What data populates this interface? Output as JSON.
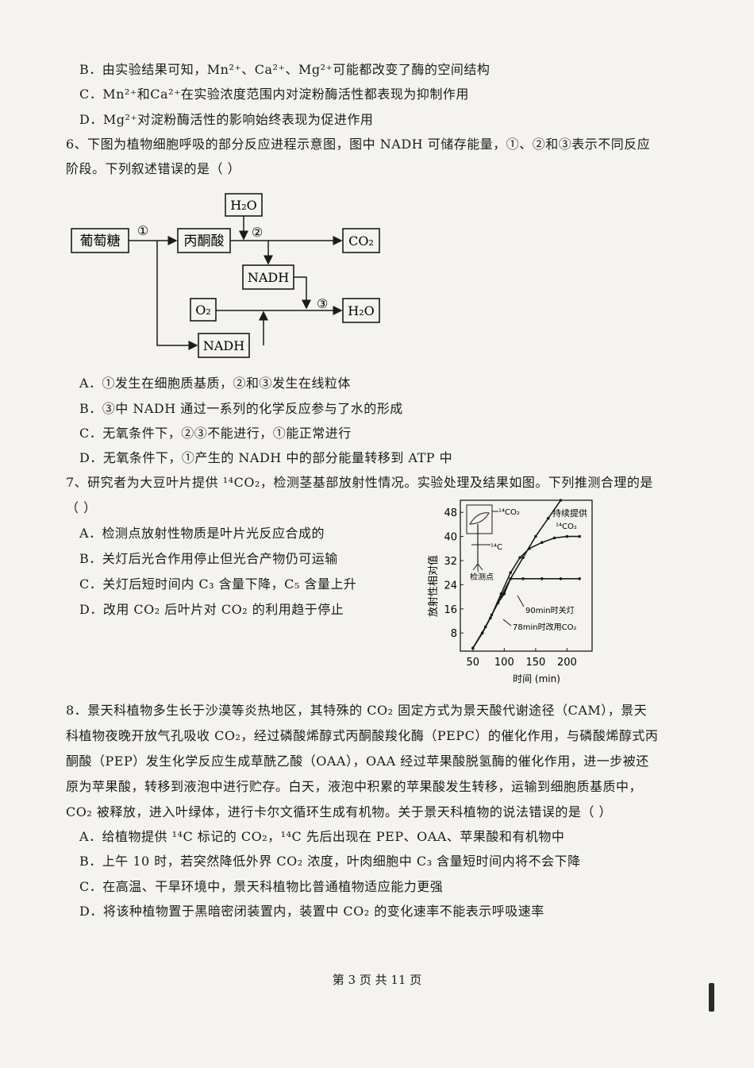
{
  "q5_opts": {
    "B": "B．由实验结果可知，Mn²⁺、Ca²⁺、Mg²⁺可能都改变了酶的空间结构",
    "C": "C．Mn²⁺和Ca²⁺在实验浓度范围内对淀粉酶活性都表现为抑制作用",
    "D": "D．Mg²⁺对淀粉酶活性的影响始终表现为促进作用"
  },
  "q6": {
    "stem1": "6、下图为植物细胞呼吸的部分反应进程示意图，图中 NADH 可储存能量，①、②和③表示不同反应",
    "stem2": "阶段。下列叙述错误的是（    ）",
    "diagram": {
      "glucose": "葡萄糖",
      "pyruvate": "丙酮酸",
      "water_in": "H₂O",
      "co2": "CO₂",
      "nadh1": "NADH",
      "o2": "O₂",
      "water_out": "H₂O",
      "nadh2": "NADH",
      "step1": "①",
      "step2": "②",
      "step3": "③"
    },
    "A": "A．①发生在细胞质基质，②和③发生在线粒体",
    "B": "B．③中 NADH 通过一系列的化学反应参与了水的形成",
    "C": "C．无氧条件下，②③不能进行，①能正常进行",
    "D": "D．无氧条件下，①产生的 NADH 中的部分能量转移到 ATP 中"
  },
  "q7": {
    "stem1": "7、研究者为大豆叶片提供 ¹⁴CO₂，检测茎基部放射性情况。实验处理及结果如图。下列推测合理的是",
    "stem2": "（    ）",
    "A": "A．检测点放射性物质是叶片光反应合成的",
    "B": "B．关灯后光合作用停止但光合产物仍可运输",
    "C": "C．关灯后短时间内 C₃ 含量下降，C₅ 含量上升",
    "D": "D．改用 CO₂ 后叶片对 CO₂ 的利用趋于停止"
  },
  "chart_data": {
    "type": "line",
    "xlabel": "时间 (min)",
    "ylabel": "放射性相对值",
    "xticks": [
      "50",
      "100",
      "150",
      "200"
    ],
    "yticks": [
      "8",
      "16",
      "24",
      "32",
      "40",
      "48"
    ],
    "xlim": [
      30,
      240
    ],
    "ylim": [
      2,
      52
    ],
    "series": [
      {
        "name": "持续提供¹⁴CO₂",
        "x": [
          50,
          70,
          90,
          110,
          130,
          150,
          170,
          190
        ],
        "y": [
          3,
          10,
          18,
          26,
          33,
          40,
          46,
          52
        ]
      },
      {
        "name": "78min时改用CO₂",
        "x": [
          50,
          65,
          78,
          95,
          110,
          125,
          140,
          160,
          180,
          200,
          220
        ],
        "y": [
          3,
          8,
          13,
          21,
          28,
          33,
          36,
          38,
          39.5,
          40,
          40
        ]
      },
      {
        "name": "90min时关灯",
        "x": [
          50,
          65,
          80,
          90,
          100,
          110,
          130,
          160,
          190,
          220
        ],
        "y": [
          3,
          8,
          14,
          18,
          21,
          26,
          26,
          26,
          26,
          26
        ]
      }
    ],
    "annotations": {
      "co2_label": "¹⁴CO₂",
      "c14_label": "¹⁴C",
      "check_point": "检测点",
      "continuous_l1": "持续提供",
      "continuous_l2": "¹⁴CO₂",
      "lights_off": "90min时关灯",
      "switch_co2": "78min时改用CO₂"
    }
  },
  "q8": {
    "l1": "8．景天科植物多生长于沙漠等炎热地区，其特殊的 CO₂ 固定方式为景天酸代谢途径（CAM），景天",
    "l2": "科植物夜晚开放气孔吸收 CO₂，经过磷酸烯醇式丙酮酸羧化酶（PEPC）的催化作用，与磷酸烯醇式丙",
    "l3": "酮酸（PEP）发生化学反应生成草酰乙酸（OAA），OAA 经过苹果酸脱氢酶的催化作用，进一步被还",
    "l4": "原为苹果酸，转移到液泡中进行贮存。白天，液泡中积累的苹果酸发生转移，运输到细胞质基质中，",
    "l5": "CO₂ 被释放，进入叶绿体，进行卡尔文循环生成有机物。关于景天科植物的说法错误的是（    ）",
    "A": "A．给植物提供 ¹⁴C 标记的 CO₂，¹⁴C 先后出现在 PEP、OAA、苹果酸和有机物中",
    "B": "B．上午 10 时，若突然降低外界 CO₂ 浓度，叶肉细胞中 C₃ 含量短时间内将不会下降",
    "C": "C．在高温、干旱环境中，景天科植物比普通植物适应能力更强",
    "D": "D．将该种植物置于黑暗密闭装置内，装置中 CO₂ 的变化速率不能表示呼吸速率"
  },
  "footer": "第 3 页 共 11 页"
}
